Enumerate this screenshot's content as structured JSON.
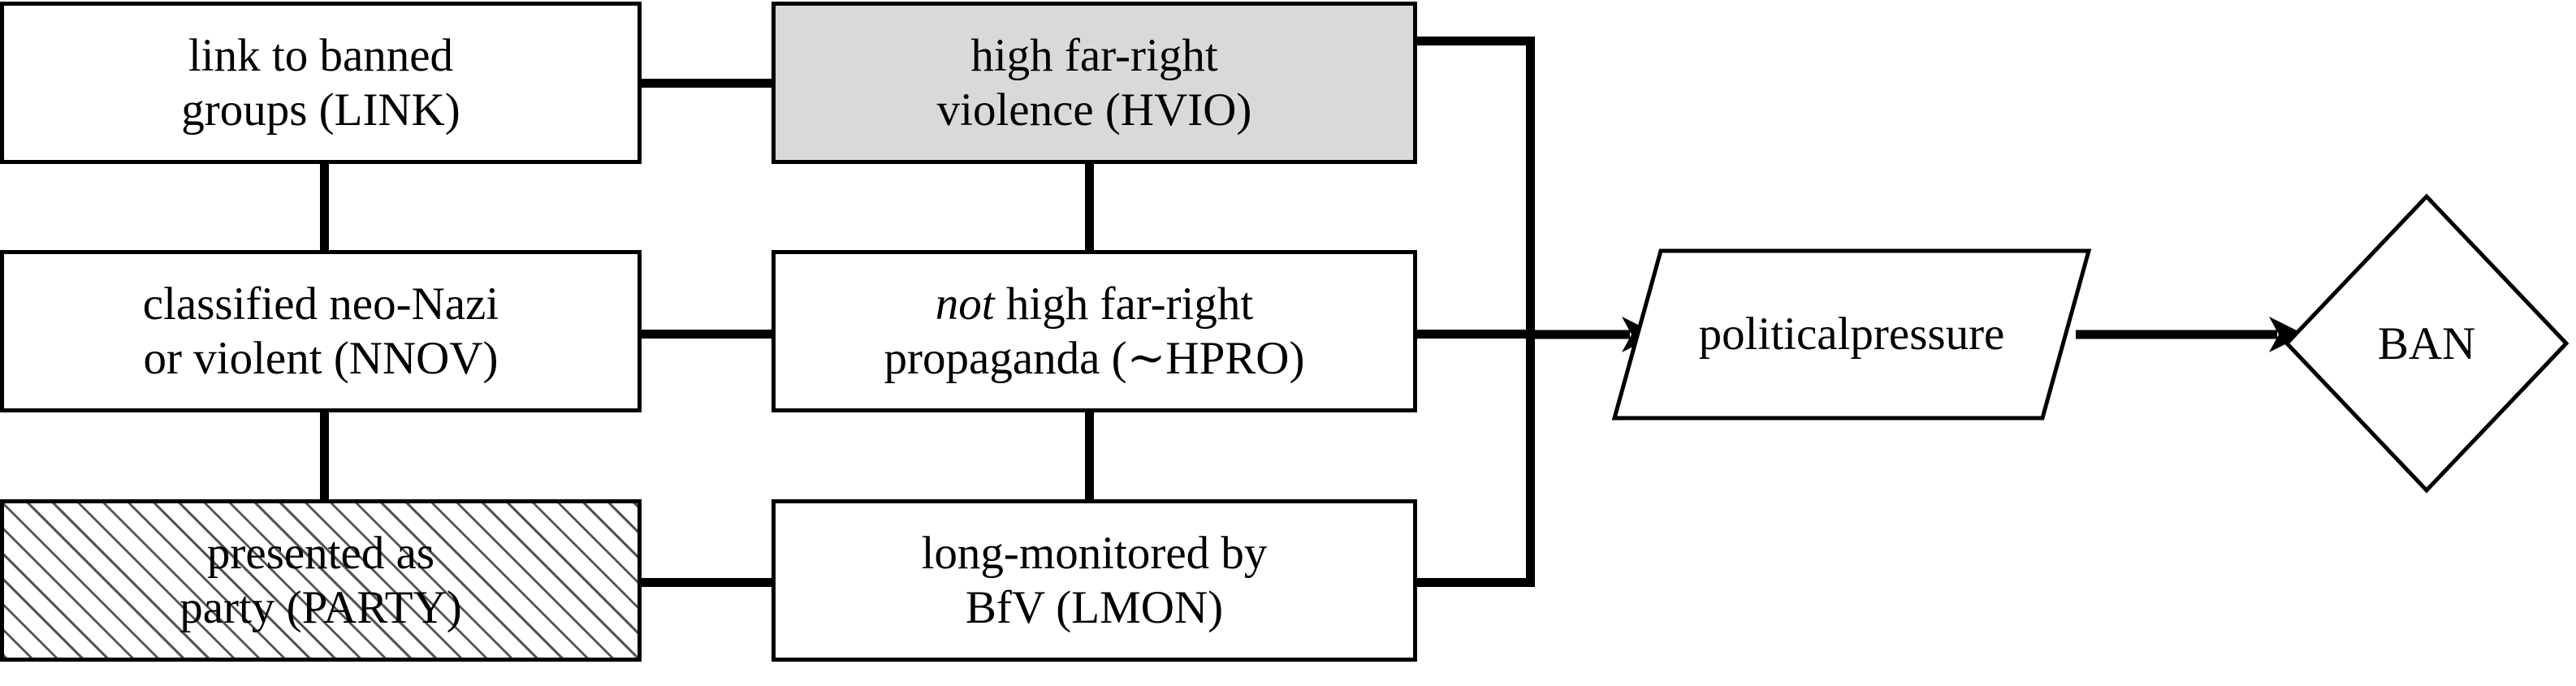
{
  "diagram": {
    "type": "flow-diagram",
    "title": "",
    "palette": {
      "stroke": "#000000",
      "background": "#ffffff",
      "shaded_fill": "#d9d9d9",
      "hatch_stroke": "#555555"
    },
    "nodes": {
      "link": {
        "id": "LINK",
        "shape": "rectangle",
        "fill": "white",
        "line1": "link to banned",
        "line2": "groups (LINK)"
      },
      "hvio": {
        "id": "HVIO",
        "shape": "rectangle",
        "fill": "shaded-gray",
        "line1": "high far-right",
        "line2": "violence (HVIO)"
      },
      "nnov": {
        "id": "NNOV",
        "shape": "rectangle",
        "fill": "white",
        "line1": "classified neo-Nazi",
        "line2": "or violent (NNOV)"
      },
      "hpro": {
        "id": "~HPRO",
        "shape": "rectangle",
        "fill": "white",
        "line1_italic": "not",
        "line1_rest": " high far-right",
        "line2": "propaganda (∼HPRO)"
      },
      "party": {
        "id": "PARTY",
        "shape": "rectangle",
        "fill": "hatched",
        "line1": "presented as",
        "line2": "party (PARTY)"
      },
      "lmon": {
        "id": "LMON",
        "shape": "rectangle",
        "fill": "white",
        "line1": "long-monitored by",
        "line2": "BfV (LMON)"
      },
      "pressure": {
        "id": "political-pressure",
        "shape": "parallelogram",
        "fill": "white",
        "line1": "political",
        "line2": "pressure"
      },
      "ban": {
        "id": "BAN",
        "shape": "diamond",
        "fill": "white",
        "label": "BAN"
      }
    },
    "edges": [
      {
        "from": "LINK",
        "to": "HVIO",
        "style": "plain-line",
        "orientation": "horizontal"
      },
      {
        "from": "LINK",
        "to": "NNOV",
        "style": "plain-line",
        "orientation": "vertical"
      },
      {
        "from": "NNOV",
        "to": "~HPRO",
        "style": "plain-line",
        "orientation": "horizontal"
      },
      {
        "from": "NNOV",
        "to": "PARTY",
        "style": "plain-line",
        "orientation": "vertical"
      },
      {
        "from": "PARTY",
        "to": "LMON",
        "style": "plain-line",
        "orientation": "horizontal"
      },
      {
        "from": "HVIO",
        "to": "~HPRO",
        "style": "plain-line",
        "orientation": "vertical"
      },
      {
        "from": "~HPRO",
        "to": "LMON",
        "style": "plain-line",
        "orientation": "vertical"
      },
      {
        "from": "HVIO",
        "to": "bus",
        "style": "plain-line",
        "orientation": "horizontal"
      },
      {
        "from": "LMON",
        "to": "bus",
        "style": "plain-line",
        "orientation": "horizontal"
      },
      {
        "from": "bus",
        "to": "political pressure",
        "style": "arrow",
        "orientation": "horizontal"
      },
      {
        "from": "political pressure",
        "to": "BAN",
        "style": "arrow",
        "orientation": "horizontal"
      }
    ]
  }
}
